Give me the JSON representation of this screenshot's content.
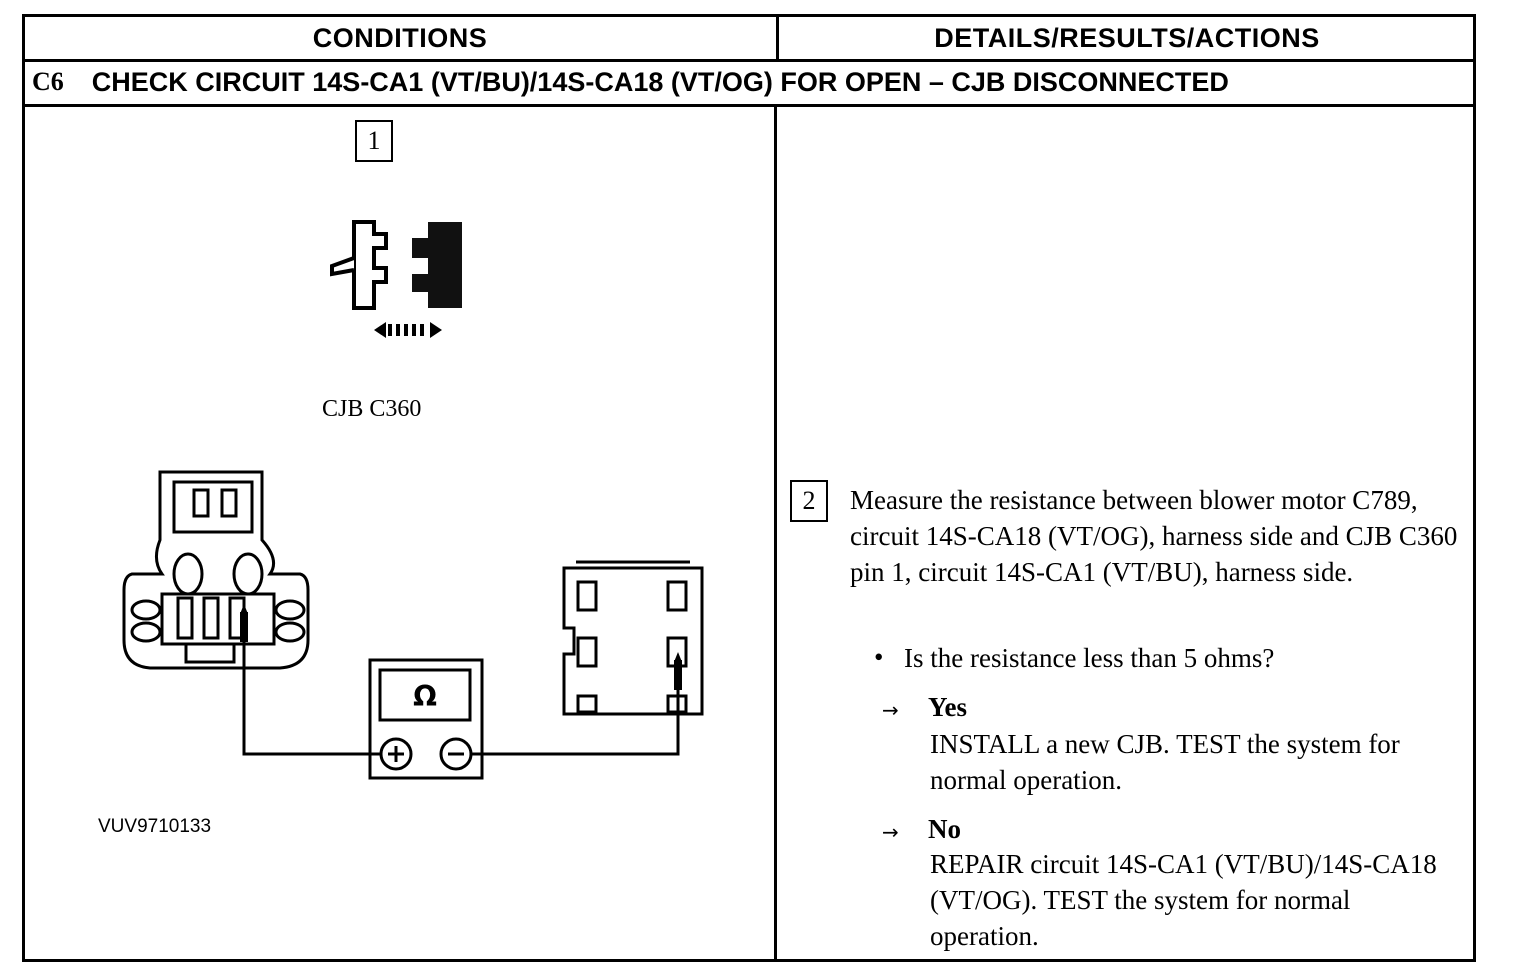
{
  "table": {
    "header_left": "CONDITIONS",
    "header_right": "DETAILS/RESULTS/ACTIONS"
  },
  "step": {
    "id": "C6",
    "title": "CHECK CIRCUIT 14S-CA1 (VT/BU)/14S-CA18 (VT/OG) FOR OPEN – CJB DISCONNECTED"
  },
  "conditions": {
    "step1_number": "1",
    "connector_caption": "CJB C360",
    "meter_symbol": "Ω",
    "figure_code": "VUV9710133"
  },
  "details": {
    "step2_number": "2",
    "instruction": "Measure the resistance between blower motor C789, circuit 14S-CA18 (VT/OG), harness side and CJB C360 pin 1, circuit 14S-CA1 (VT/BU), harness side.",
    "question": "Is the resistance less than 5 ohms?",
    "bullet_symbol": "•",
    "arrow_symbol": "→",
    "answers": [
      {
        "label": "Yes",
        "action": "INSTALL a new CJB. TEST the system for normal operation."
      },
      {
        "label": "No",
        "action": "REPAIR circuit 14S-CA1 (VT/BU)/14S-CA18 (VT/OG). TEST the system for normal operation."
      }
    ]
  }
}
